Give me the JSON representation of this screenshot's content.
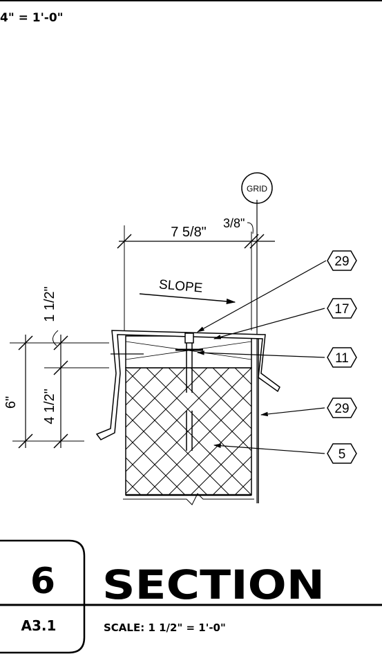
{
  "top_scale_fragment": "4\" = 1'-0\"",
  "grid_bubble_label": "GRID",
  "dimensions": {
    "width": "7 5/8\"",
    "offset": "3/8\"",
    "total_height": "6\"",
    "upper_height": "1 1/2\"",
    "lower_height": "4 1/2\""
  },
  "slope_label": "SLOPE",
  "keynotes": [
    "29",
    "17",
    "11",
    "29",
    "5"
  ],
  "title_block": {
    "detail_number": "6",
    "sheet_number": "A3.1",
    "title": "SECTION",
    "scale": "SCALE: 1 1/2\" = 1'-0\""
  }
}
